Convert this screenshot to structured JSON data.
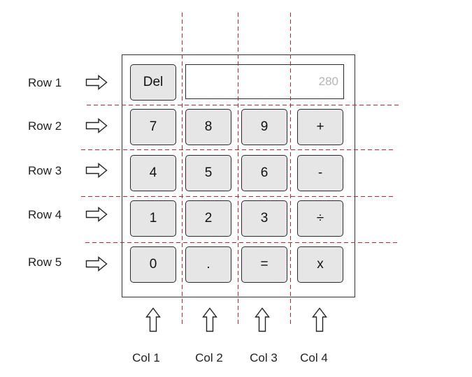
{
  "rows": [
    {
      "label": "Row 1"
    },
    {
      "label": "Row 2"
    },
    {
      "label": "Row 3"
    },
    {
      "label": "Row 4"
    },
    {
      "label": "Row 5"
    }
  ],
  "cols": [
    {
      "label": "Col 1"
    },
    {
      "label": "Col 2"
    },
    {
      "label": "Col 3"
    },
    {
      "label": "Col 4"
    }
  ],
  "calculator": {
    "delete_label": "Del",
    "display_value": "280",
    "keys": [
      [
        "7",
        "8",
        "9",
        "+"
      ],
      [
        "4",
        "5",
        "6",
        "-"
      ],
      [
        "1",
        "2",
        "3",
        "÷"
      ],
      [
        "0",
        ".",
        "=",
        "x"
      ]
    ]
  },
  "colors": {
    "guide_line": "#c0272d",
    "key_fill": "#e6e6e6",
    "display_text": "#b5b5b5"
  },
  "icons": {
    "row_pointer": "hollow-right-arrow-icon",
    "col_pointer": "hollow-up-arrow-icon"
  }
}
